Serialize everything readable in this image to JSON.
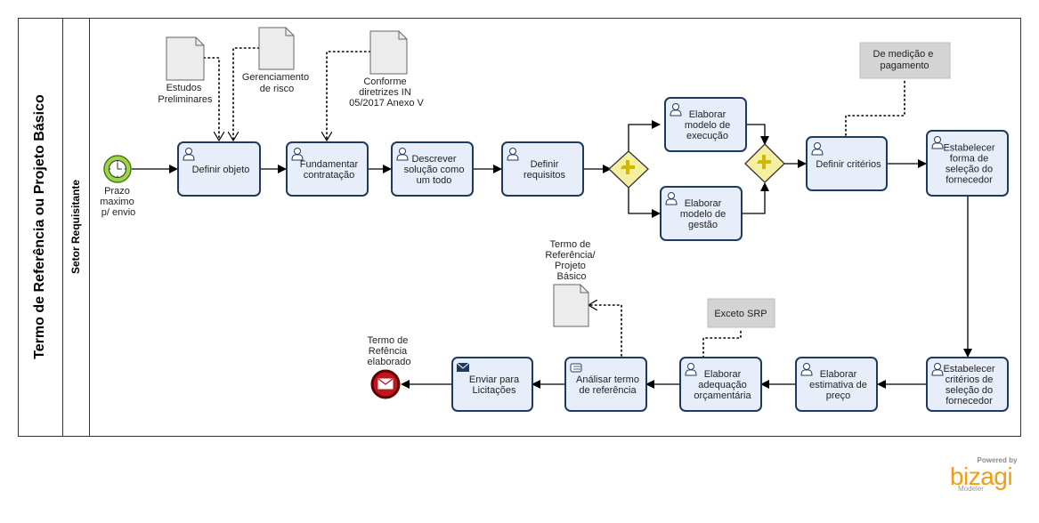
{
  "pool": {
    "title": "Termo de Referência ou Projeto Básico",
    "lane": "Setor Requisitante"
  },
  "events": {
    "start": [
      "Prazo",
      "maximo",
      "p/ envio"
    ],
    "end": [
      "Termo de",
      "Refência",
      "elaborado"
    ]
  },
  "tasks": {
    "definir_objeto": [
      "Definir objeto"
    ],
    "fundamentar": [
      "Fundamentar",
      "contratação"
    ],
    "descrever": [
      "Descrever",
      "solução como",
      "um todo"
    ],
    "definir_requisitos": [
      "Definir",
      "requisitos"
    ],
    "modelo_execucao": [
      "Elaborar",
      "modelo de",
      "execução"
    ],
    "modelo_gestao": [
      "Elaborar",
      "modelo de",
      "gestão"
    ],
    "definir_criterios": [
      "Definir critérios"
    ],
    "estabelecer_forma": [
      "Estabelecer",
      "forma de",
      "seleção do",
      "fornecedor"
    ],
    "estabelecer_criterios": [
      "Estabelecer",
      "critérios de",
      "seleção do",
      "fornecedor"
    ],
    "estimativa_preco": [
      "Elaborar",
      "estimativa de",
      "preço"
    ],
    "adequacao": [
      "Elaborar",
      "adequação",
      "orçamentária"
    ],
    "analisar": [
      "Análisar termo",
      "de referência"
    ],
    "enviar": [
      "Enviar para",
      "Licitações"
    ]
  },
  "artifacts": {
    "estudos": [
      "Estudos",
      "Preliminares"
    ],
    "gerenciamento": [
      "Gerenciamento",
      "de risco"
    ],
    "conforme": [
      "Conforme",
      "diretrizes IN",
      "05/2017 Anexo V"
    ],
    "termo_doc": [
      "Termo de",
      "Referência/",
      "Projeto",
      "Básico"
    ]
  },
  "annotations": {
    "medicao": [
      "De medição e",
      "pagamento"
    ],
    "srp": [
      "Exceto SRP"
    ]
  },
  "branding": {
    "powered_by": "Powered by",
    "logo": "bizagi",
    "product": "Modeler"
  },
  "colors": {
    "task_fill": "#e8eef9",
    "task_stroke": "#1f3a5f",
    "gateway_fill": "#f5f0a0",
    "start_fill": "#9ed44a",
    "end_fill": "#c0151b",
    "annotation_fill": "#d4d4d4",
    "brand_orange": "#f39c12"
  }
}
